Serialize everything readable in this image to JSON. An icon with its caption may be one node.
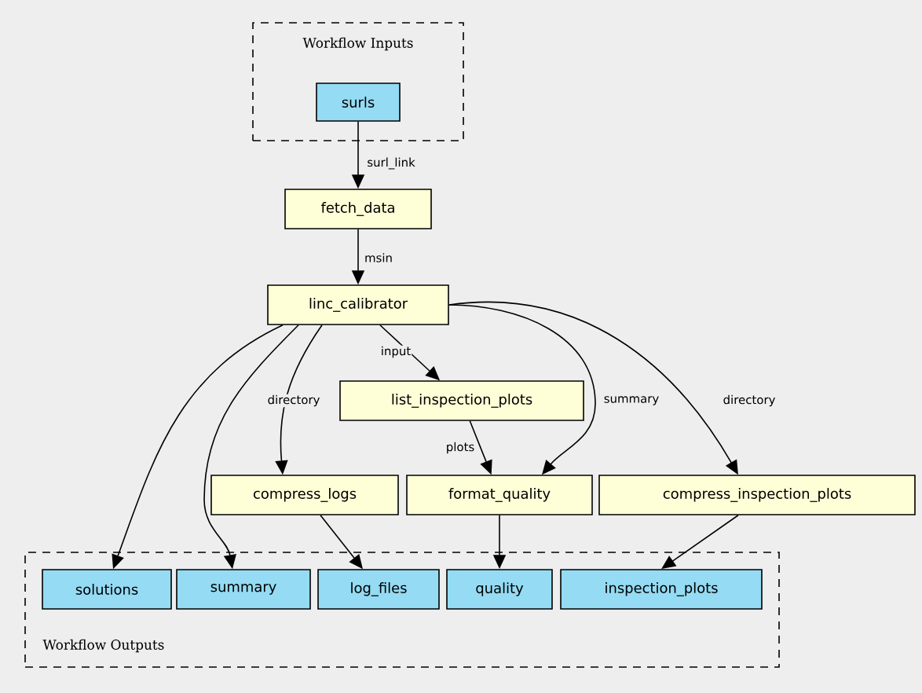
{
  "diagram": {
    "nodes": [
      {
        "text": [
          "Workflow Inputs"
        ]
      },
      {
        "text": [
          "surls"
        ],
        "in": 0
      },
      {
        "text": [
          "fetch_data"
        ]
      },
      {
        "text": [
          "linc_calibrator"
        ]
      },
      {
        "text": [
          "list_inspection_plots"
        ]
      },
      {
        "text": [
          "compress_logs"
        ]
      },
      {
        "text": [
          "format_quality"
        ]
      },
      {
        "text": [
          "compress_inspection_plots"
        ]
      },
      {
        "text": [
          "Workflow Outputs"
        ]
      },
      {
        "text": [
          "solutions"
        ],
        "in": 8
      },
      {
        "text": [
          "summary"
        ],
        "in": 8
      },
      {
        "text": [
          "log_files"
        ],
        "in": 8
      },
      {
        "text": [
          "quality"
        ],
        "in": 8
      },
      {
        "text": [
          "inspection_plots"
        ],
        "in": 8
      }
    ],
    "edges": [
      {
        "from": 1,
        "to": 2,
        "arrow": "to",
        "label": "surl_link"
      },
      {
        "from": 2,
        "to": 3,
        "arrow": "to",
        "label": "msin"
      },
      {
        "from": 3,
        "to": 4,
        "arrow": "to",
        "label": "input"
      },
      {
        "from": 3,
        "to": 5,
        "arrow": "to",
        "label": "directory"
      },
      {
        "from": 3,
        "to": 6,
        "arrow": "to",
        "label": "summary"
      },
      {
        "from": 3,
        "to": 7,
        "arrow": "to",
        "label": "directory"
      },
      {
        "from": 4,
        "to": 6,
        "arrow": "to",
        "label": "plots"
      },
      {
        "from": 3,
        "to": 9,
        "arrow": "to"
      },
      {
        "from": 3,
        "to": 10,
        "arrow": "to"
      },
      {
        "from": 5,
        "to": 11,
        "arrow": "to"
      },
      {
        "from": 6,
        "to": 12,
        "arrow": "to"
      },
      {
        "from": 7,
        "to": 13,
        "arrow": "to"
      }
    ]
  }
}
